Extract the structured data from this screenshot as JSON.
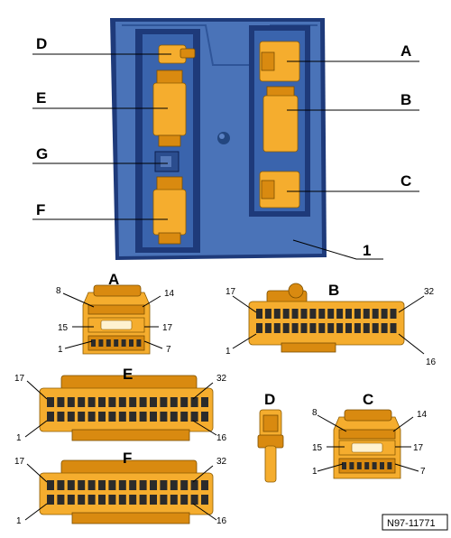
{
  "housing": {
    "callout": "1",
    "color_body": "#4a73b8",
    "color_frame": "#1e3a7a"
  },
  "main_labels": {
    "A": "A",
    "B": "B",
    "C": "C",
    "D": "D",
    "E": "E",
    "F": "F",
    "G": "G"
  },
  "details": {
    "A": {
      "title": "A",
      "pins": [
        "8",
        "14",
        "15",
        "17",
        "1",
        "7"
      ]
    },
    "B": {
      "title": "B",
      "pins": [
        "17",
        "32",
        "1",
        "16"
      ]
    },
    "C": {
      "title": "C",
      "pins": [
        "8",
        "14",
        "15",
        "17",
        "1",
        "7"
      ]
    },
    "D": {
      "title": "D"
    },
    "E": {
      "title": "E",
      "pins": [
        "17",
        "32",
        "1",
        "16"
      ]
    },
    "F": {
      "title": "F",
      "pins": [
        "17",
        "32",
        "1",
        "16"
      ]
    }
  },
  "reference": "N97-11771",
  "colors": {
    "connector": "#f5ad2e",
    "pin": "#2b2b2b"
  }
}
